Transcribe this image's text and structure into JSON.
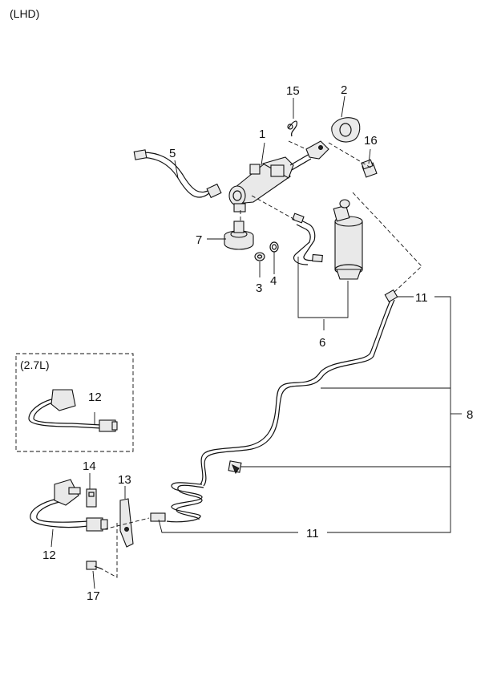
{
  "header": {
    "variant": "(LHD)"
  },
  "inset": {
    "engine_label": "(2.7L)"
  },
  "callouts": {
    "p1": "1",
    "p2": "2",
    "p3": "3",
    "p4": "4",
    "p5": "5",
    "p6": "6",
    "p7": "7",
    "p8": "8",
    "p11_top": "11",
    "p11_bottom": "11",
    "p12_inset": "12",
    "p12": "12",
    "p13": "13",
    "p14": "14",
    "p15": "15",
    "p16": "16",
    "p17": "17"
  }
}
